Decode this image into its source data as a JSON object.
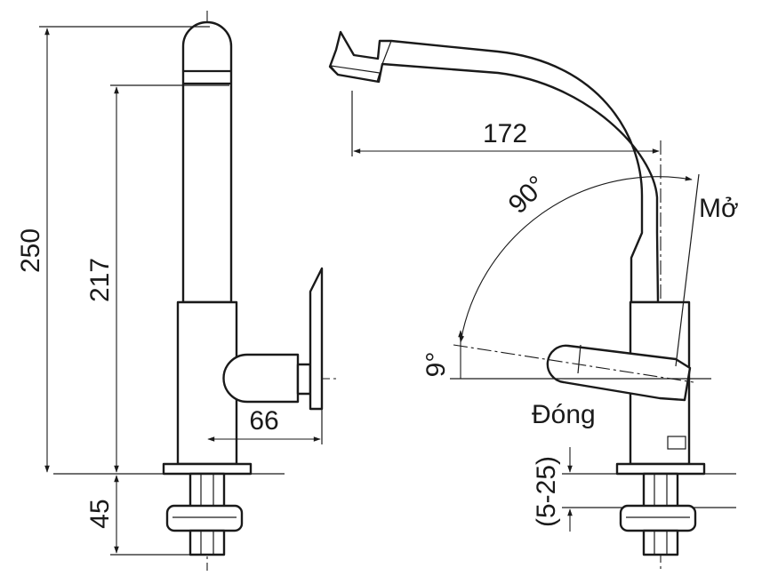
{
  "dimensions": {
    "total_height": "250",
    "spout_height": "217",
    "handle_depth": "66",
    "shank_length": "45",
    "spout_reach": "172",
    "rotation_angle": "90°",
    "closed_angle": "9°",
    "mount_thickness": "(5-25)"
  },
  "states": {
    "open": "Mở",
    "closed": "Đóng"
  },
  "colors": {
    "line": "#1a1a1a",
    "background": "#ffffff"
  }
}
